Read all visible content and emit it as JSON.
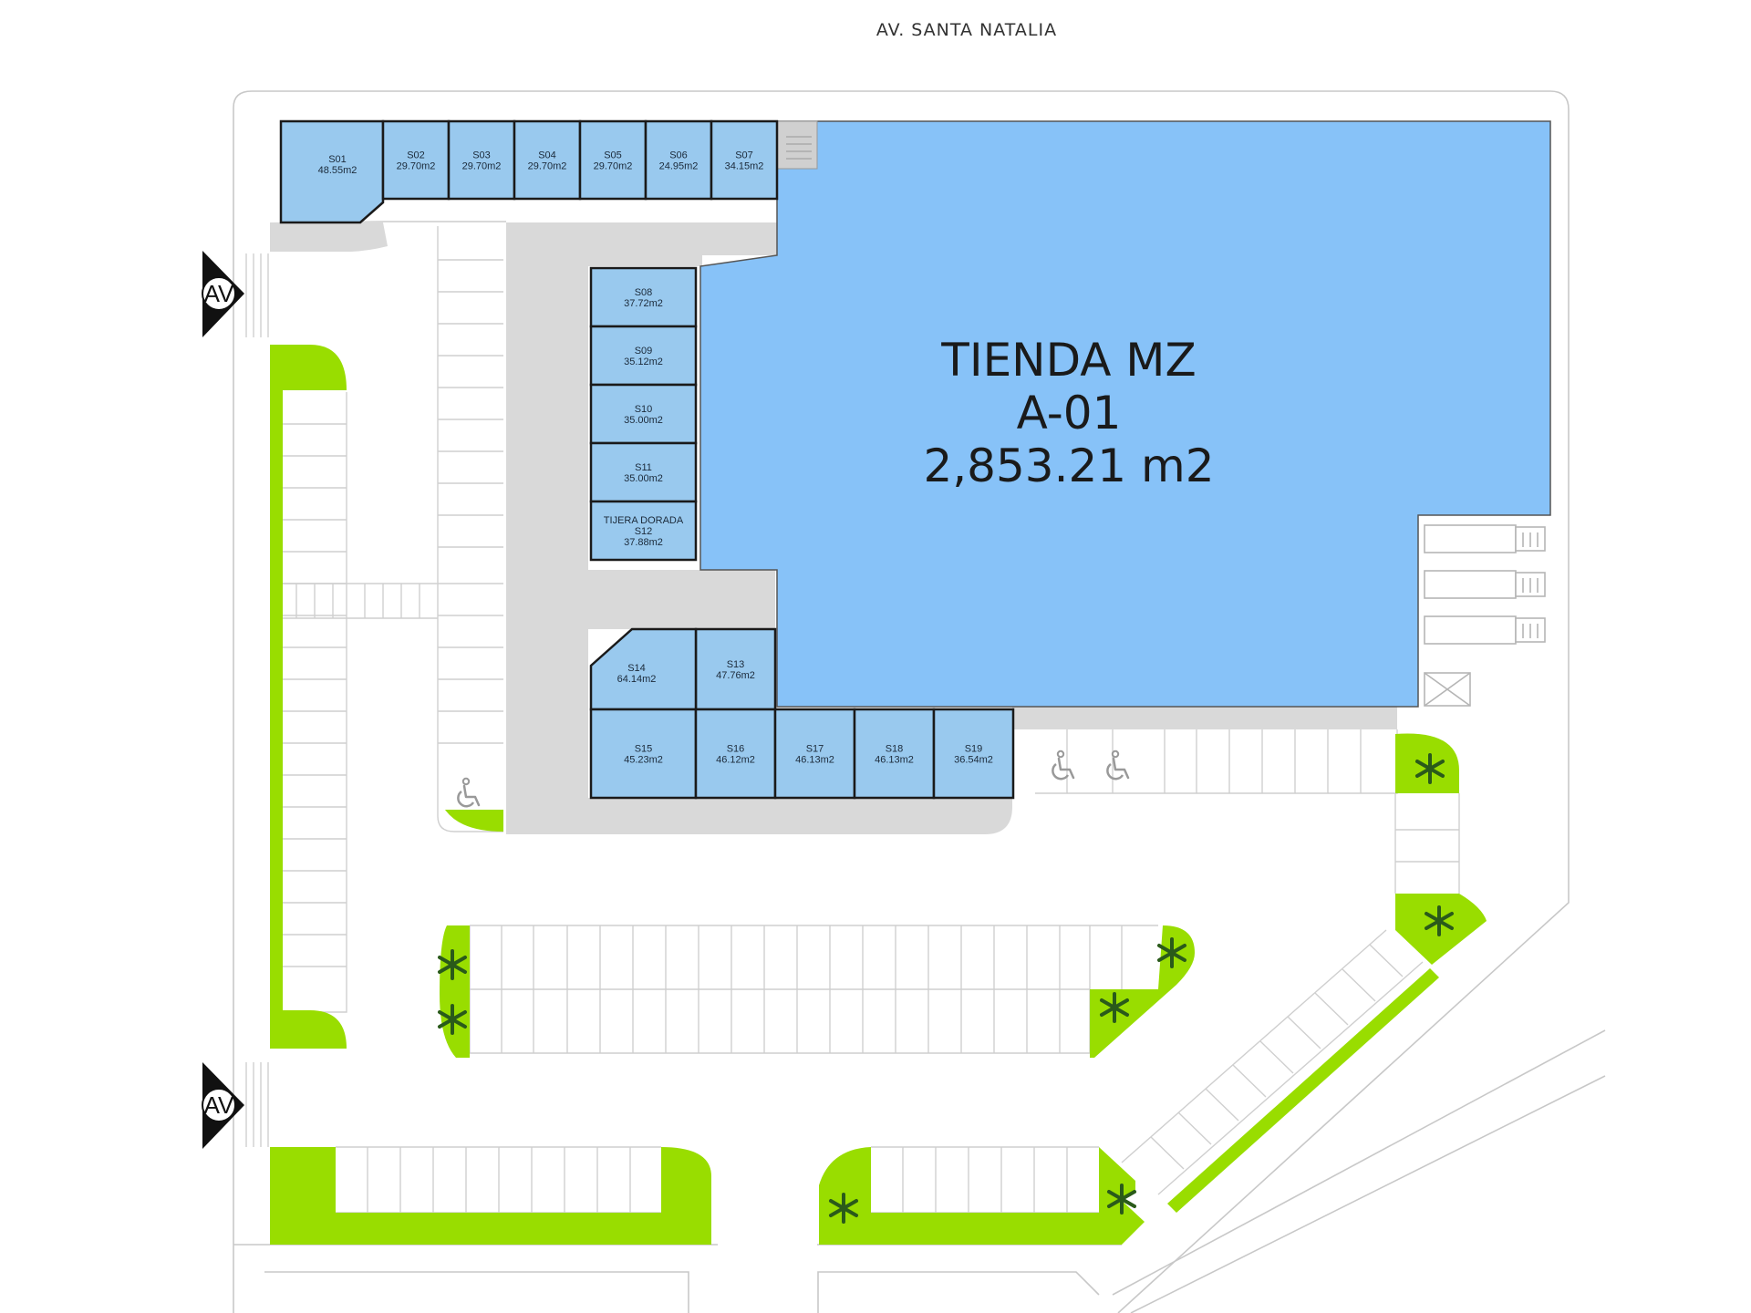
{
  "street": "AV. SANTA NATALIA",
  "entrance_label": "AV",
  "anchor": {
    "line1": "TIENDA MZ",
    "line2": "A-01",
    "line3": "2,853.21 m2"
  },
  "colors": {
    "store_fill": "#99c9ee",
    "anchor_fill": "#87c2f8",
    "store_border": "#1a1a1a",
    "green_area": "#99dd00",
    "driveway": "#d9d9d9",
    "outline": "#c0c0c0"
  },
  "stores": [
    {
      "id": "S01",
      "area": "48.55m2"
    },
    {
      "id": "S02",
      "area": "29.70m2"
    },
    {
      "id": "S03",
      "area": "29.70m2"
    },
    {
      "id": "S04",
      "area": "29.70m2"
    },
    {
      "id": "S05",
      "area": "29.70m2"
    },
    {
      "id": "S06",
      "area": "24.95m2"
    },
    {
      "id": "S07",
      "area": "34.15m2"
    },
    {
      "id": "S08",
      "area": "37.72m2"
    },
    {
      "id": "S09",
      "area": "35.12m2"
    },
    {
      "id": "S10",
      "area": "35.00m2"
    },
    {
      "id": "S11",
      "area": "35.00m2"
    },
    {
      "id": "S12",
      "area": "37.88m2",
      "name": "TIJERA DORADA"
    },
    {
      "id": "S13",
      "area": "47.76m2"
    },
    {
      "id": "S14",
      "area": "64.14m2"
    },
    {
      "id": "S15",
      "area": "45.23m2"
    },
    {
      "id": "S16",
      "area": "46.12m2"
    },
    {
      "id": "S17",
      "area": "46.13m2"
    },
    {
      "id": "S18",
      "area": "46.13m2"
    },
    {
      "id": "S19",
      "area": "36.54m2"
    }
  ],
  "icons": {
    "accessible_parking": "wheelchair-icon",
    "tree": "tree-icon",
    "truck": "truck-icon",
    "entrance": "entrance-arrow-icon"
  }
}
